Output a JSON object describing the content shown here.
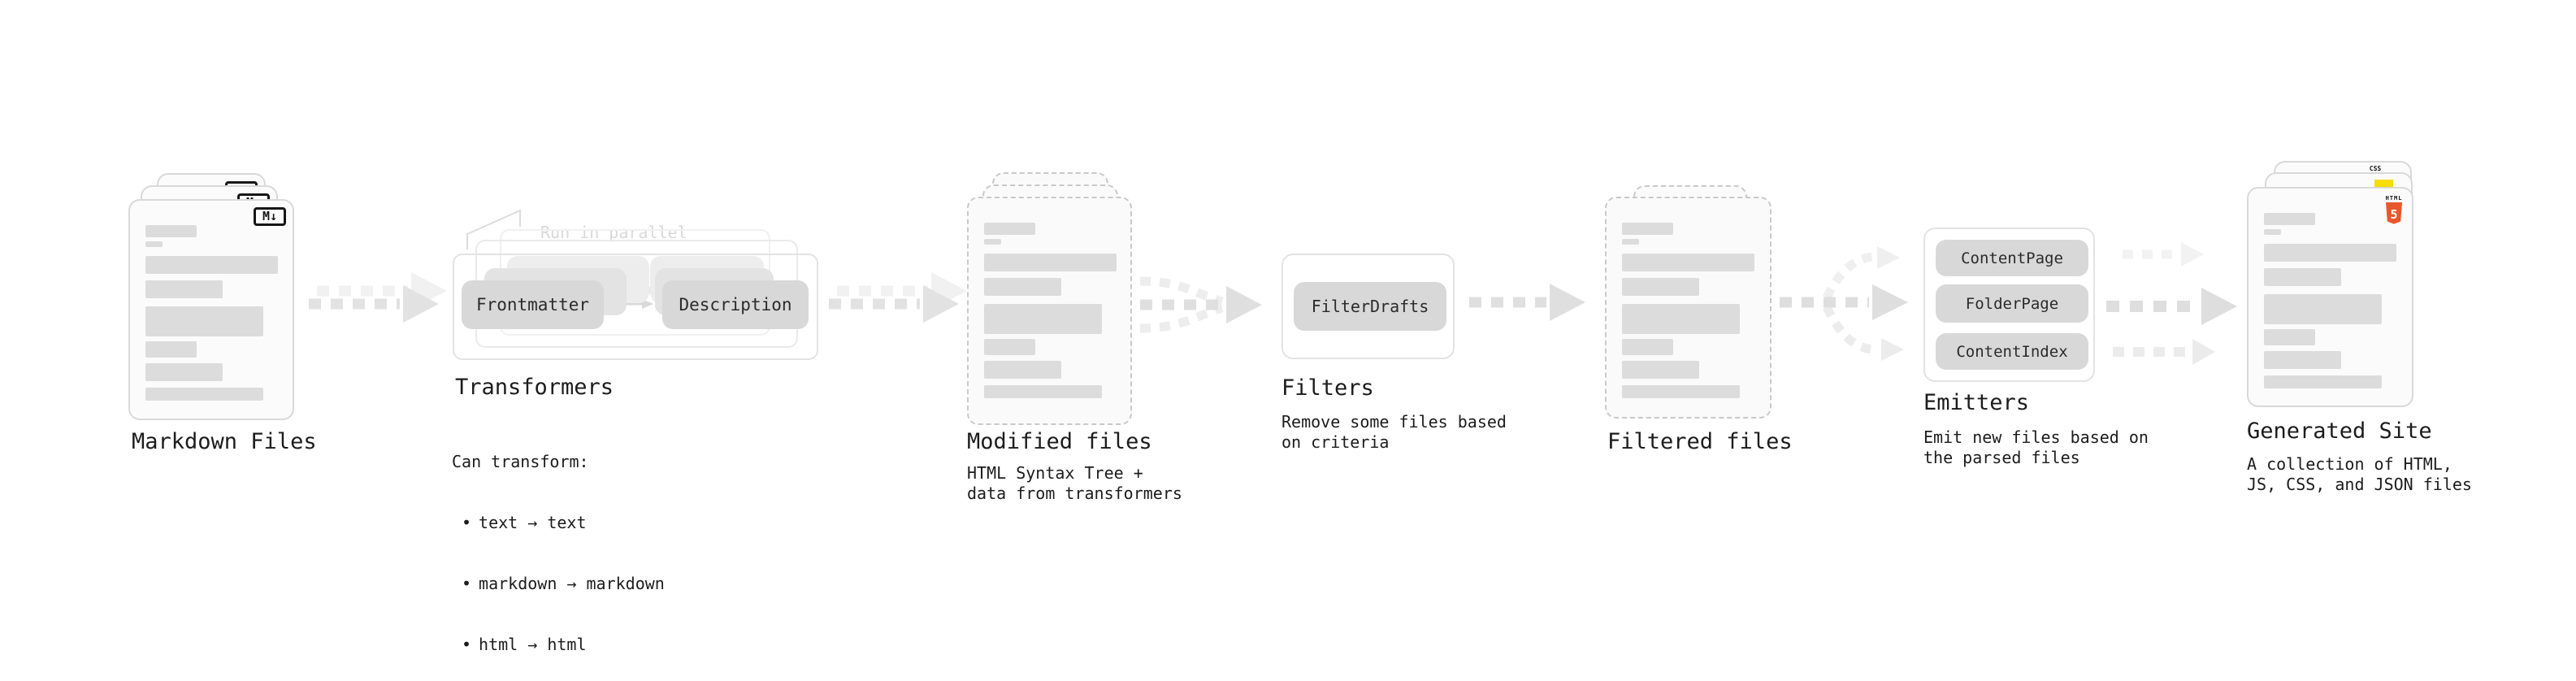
{
  "diagram": {
    "title_hint": "Static site generation pipeline",
    "stages": [
      {
        "name": "markdown-files",
        "label": "Markdown Files"
      },
      {
        "name": "transformers",
        "label": "Transformers",
        "callout": "Run in parallel",
        "pills": [
          "Frontmatter",
          "Description"
        ],
        "note_title": "Can transform:",
        "bullets": [
          "text → text",
          "markdown → markdown",
          "html → html"
        ]
      },
      {
        "name": "modified-files",
        "label": "Modified files",
        "sub_lines": [
          "HTML Syntax Tree +",
          "data from transformers"
        ]
      },
      {
        "name": "filters",
        "label": "Filters",
        "pills": [
          "FilterDrafts"
        ],
        "sub_lines": [
          "Remove some files based",
          "on criteria"
        ]
      },
      {
        "name": "filtered-files",
        "label": "Filtered files"
      },
      {
        "name": "emitters",
        "label": "Emitters",
        "pills": [
          "ContentPage",
          "FolderPage",
          "ContentIndex"
        ],
        "sub_lines": [
          "Emit new files based on",
          "the parsed files"
        ]
      },
      {
        "name": "generated-site",
        "label": "Generated Site",
        "sub_lines": [
          "A collection of HTML,",
          "JS, CSS, and JSON files"
        ]
      }
    ],
    "icons": {
      "bullet_glyph": "•",
      "markdown_badge": "M↓",
      "css_label": "CSS",
      "html5_label": "HTML",
      "html5_number": "5"
    },
    "colors": {
      "background": "#ffffff",
      "card_border": "#d9d9d9",
      "dashed_border": "#c9c9c9",
      "skeleton_bar": "#dcdcdc",
      "pill_fill": "#d8d8d8",
      "arrow": "#e2e2e2",
      "arrow_faint": "#f1f1f1",
      "heading_text": "#1c1c1c",
      "muted_text": "#d8d8d8",
      "html5_orange": "#e8582c",
      "css_blue": "#2457e6",
      "js_yellow": "#f7dd00"
    }
  }
}
